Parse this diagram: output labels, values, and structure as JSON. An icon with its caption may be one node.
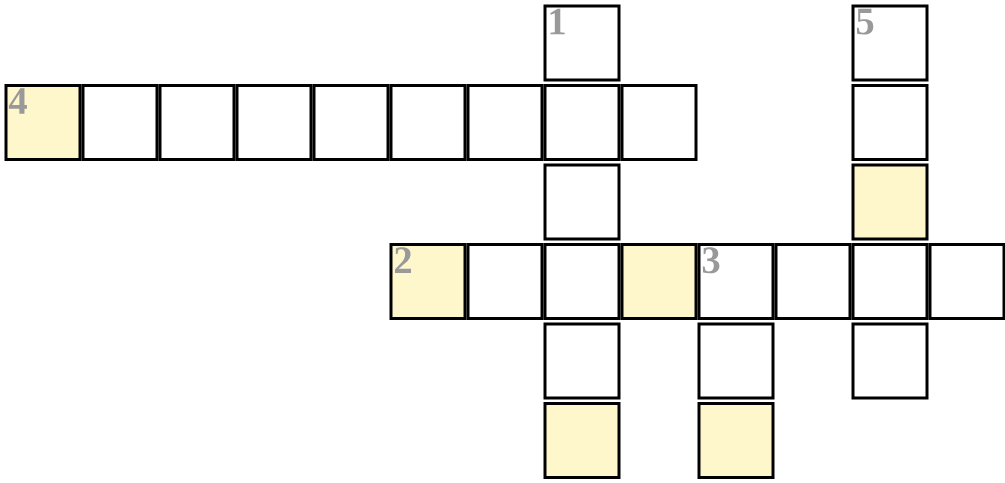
{
  "diagram": {
    "nodes": [
      {
        "text": [
          "1"
        ]
      },
      {
        "text": [
          "5"
        ]
      },
      {
        "text": [
          "4"
        ]
      },
      {
        "text": [],
        "shape": "box"
      },
      {
        "text": [],
        "shape": "box"
      },
      {
        "text": [],
        "shape": "box"
      },
      {
        "text": [],
        "shape": "box"
      },
      {
        "text": [],
        "shape": "box"
      },
      {
        "text": [],
        "shape": "box"
      },
      {
        "text": [],
        "shape": "box"
      },
      {
        "text": [],
        "shape": "box"
      },
      {
        "text": [],
        "shape": "box"
      },
      {
        "text": [],
        "shape": "box"
      },
      {
        "text": [],
        "shape": "box"
      },
      {
        "text": [
          "2"
        ]
      },
      {
        "text": [],
        "shape": "box"
      },
      {
        "text": [],
        "shape": "box"
      },
      {
        "text": [],
        "shape": "box"
      },
      {
        "text": [
          "3"
        ]
      },
      {
        "text": [],
        "shape": "box"
      },
      {
        "text": [],
        "shape": "box"
      },
      {
        "text": [],
        "shape": "box"
      },
      {
        "text": [],
        "shape": "box"
      },
      {
        "text": [],
        "shape": "box"
      },
      {
        "text": [],
        "shape": "box"
      },
      {
        "text": [],
        "shape": "box"
      },
      {
        "text": [],
        "shape": "box"
      }
    ]
  }
}
